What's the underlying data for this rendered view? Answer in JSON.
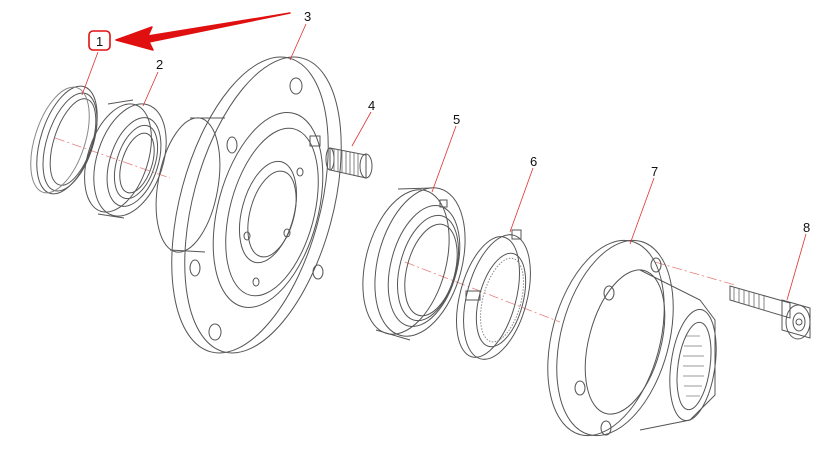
{
  "callouts": [
    {
      "label": "1"
    },
    {
      "label": "2"
    },
    {
      "label": "3"
    },
    {
      "label": "4"
    },
    {
      "label": "5"
    },
    {
      "label": "6"
    },
    {
      "label": "7"
    },
    {
      "label": "8"
    }
  ],
  "colors": {
    "leader_line": "#e03030",
    "highlight": "#e01010",
    "drawing_line": "#555555"
  }
}
